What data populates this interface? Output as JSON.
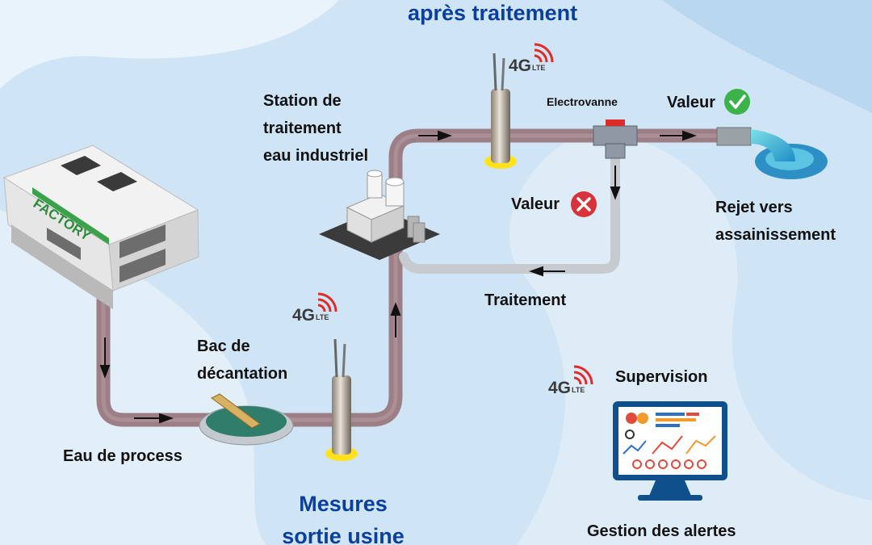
{
  "colors": {
    "background": "#cfe5f6",
    "pipe": "#9c7f86",
    "return_pipe": "#c6cbd0",
    "title_blue": "#0b3f9c",
    "ok_green": "#3bb34a",
    "ko_red": "#d8333a",
    "sensor_ring": "#ffe21a"
  },
  "labels": {
    "title_top": "après traitement",
    "station": [
      "Station de",
      "traitement",
      "eau industriel"
    ],
    "electrovanne": "Electrovanne",
    "valeur_ok": "Valeur",
    "valeur_ko": "Valeur",
    "rejet": [
      "Rejet vers",
      "assainissement"
    ],
    "traitement": "Traitement",
    "bac": [
      "Bac de",
      "décantation"
    ],
    "eau_process": "Eau de process",
    "mesures": [
      "Mesures",
      "sortie usine"
    ],
    "supervision": "Supervision",
    "gestion": "Gestion des alertes",
    "factory": "FACTORY",
    "lte_4g": "4G",
    "lte_small": "LTE"
  },
  "icons": {
    "ok": "check-circle-icon",
    "ko": "cross-circle-icon",
    "signal": "lte-signal-icon",
    "sensor": "probe-sensor-icon",
    "monitor": "monitor-dashboard-icon"
  }
}
